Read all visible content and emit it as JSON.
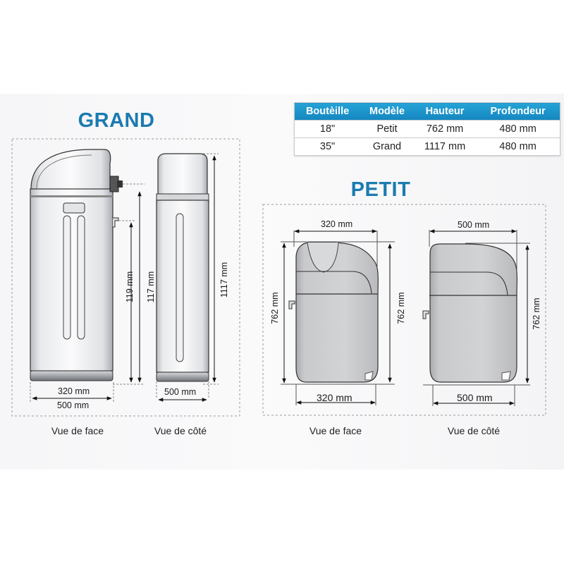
{
  "table": {
    "headers": [
      "Boutèille",
      "Modèle",
      "Hauteur",
      "Profondeur"
    ],
    "rows": [
      [
        "18\"",
        "Petit",
        "762 mm",
        "480 mm"
      ],
      [
        "35\"",
        "Grand",
        "1117 mm",
        "480 mm"
      ]
    ],
    "header_color": "#1c93c9"
  },
  "grand": {
    "title": "GRAND",
    "front": {
      "width_top": "320 mm",
      "width_bottom": "500 mm",
      "height_outlet": "119 mm",
      "height_inner": "117 mm",
      "caption": "Vue de face"
    },
    "side": {
      "width": "500 mm",
      "height": "1117 mm",
      "caption": "Vue de côté"
    }
  },
  "petit": {
    "title": "PETIT",
    "front": {
      "width_top": "320 mm",
      "width_bottom": "320 mm",
      "height_left": "762 mm",
      "height_right": "762 mm",
      "caption": "Vue de face"
    },
    "side": {
      "width_top": "500 mm",
      "width_bottom": "500 mm",
      "height": "762 mm",
      "caption": "Vue de côté"
    }
  },
  "colors": {
    "title_blue": "#1b7bb0",
    "table_header": "#1c93c9"
  }
}
